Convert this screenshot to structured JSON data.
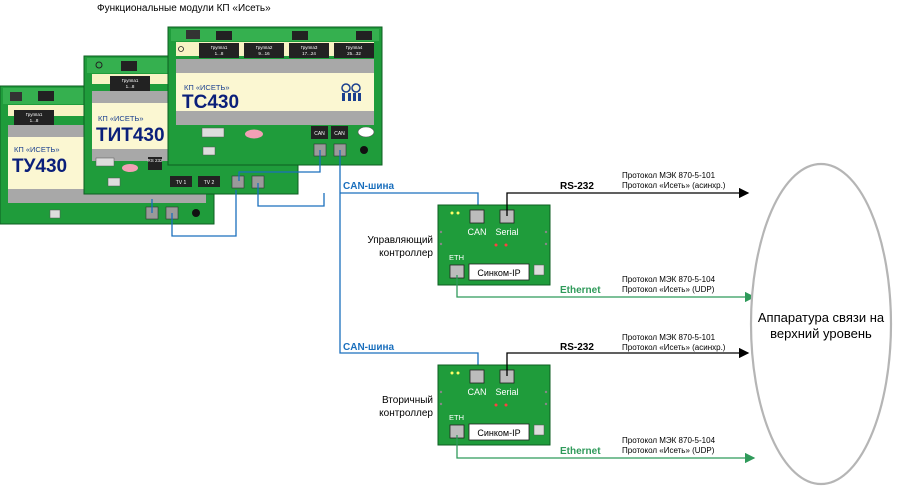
{
  "title": "Функциональные модули КП «Исеть»",
  "colors": {
    "board": "#1f9c3b",
    "board_dark": "#0d5e22",
    "panel": "#fbf7d2",
    "can_blue": "#1a6fbd",
    "eth_green": "#2f9a5a",
    "serial_black": "#000000"
  },
  "modules": {
    "tu430": {
      "brand": "КП «ИСЕТЬ»",
      "model": "ТУ430",
      "group1_name": "Группа1",
      "group1_range": "1...8"
    },
    "tit430": {
      "brand": "КП «ИСЕТЬ»",
      "model": "ТИТ430",
      "group1_name": "Группа1",
      "group1_range": "1...8",
      "rs232": "RS 232",
      "tv1": "TV 1",
      "tv2": "TV 2"
    },
    "tc430": {
      "brand": "КП «ИСЕТЬ»",
      "model": "ТС430",
      "groups": [
        {
          "name": "Группа1",
          "range": "1...8"
        },
        {
          "name": "Группа2",
          "range": "9...16"
        },
        {
          "name": "Группа3",
          "range": "17...24"
        },
        {
          "name": "Группа4",
          "range": "25...32"
        }
      ],
      "can1": "CAN",
      "can2": "CAN"
    }
  },
  "bus": {
    "can_label_top": "CAN-шина",
    "can_label_bottom": "CAN-шина"
  },
  "controllers": [
    {
      "label_line1": "Управляющий",
      "label_line2": "контроллер",
      "can_port": "CAN",
      "serial_port": "Serial",
      "eth_port": "ETH",
      "device_name": "Синком-IP"
    },
    {
      "label_line1": "Вторичный",
      "label_line2": "контроллер",
      "can_port": "CAN",
      "serial_port": "Serial",
      "eth_port": "ETH",
      "device_name": "Синком-IP"
    }
  ],
  "links": {
    "rs232_label": "RS-232",
    "ethernet_label": "Ethernet",
    "serial_protocol_line1": "Протокол МЭК 870-5-101",
    "serial_protocol_line2": "Протокол «Исеть» (асинхр.)",
    "eth_protocol_line1": "Протокол МЭК 870-5-104",
    "eth_protocol_line2": "Протокол «Исеть» (UDP)"
  },
  "upper_level": {
    "line1": "Аппаратура связи на",
    "line2": "верхний уровень"
  }
}
